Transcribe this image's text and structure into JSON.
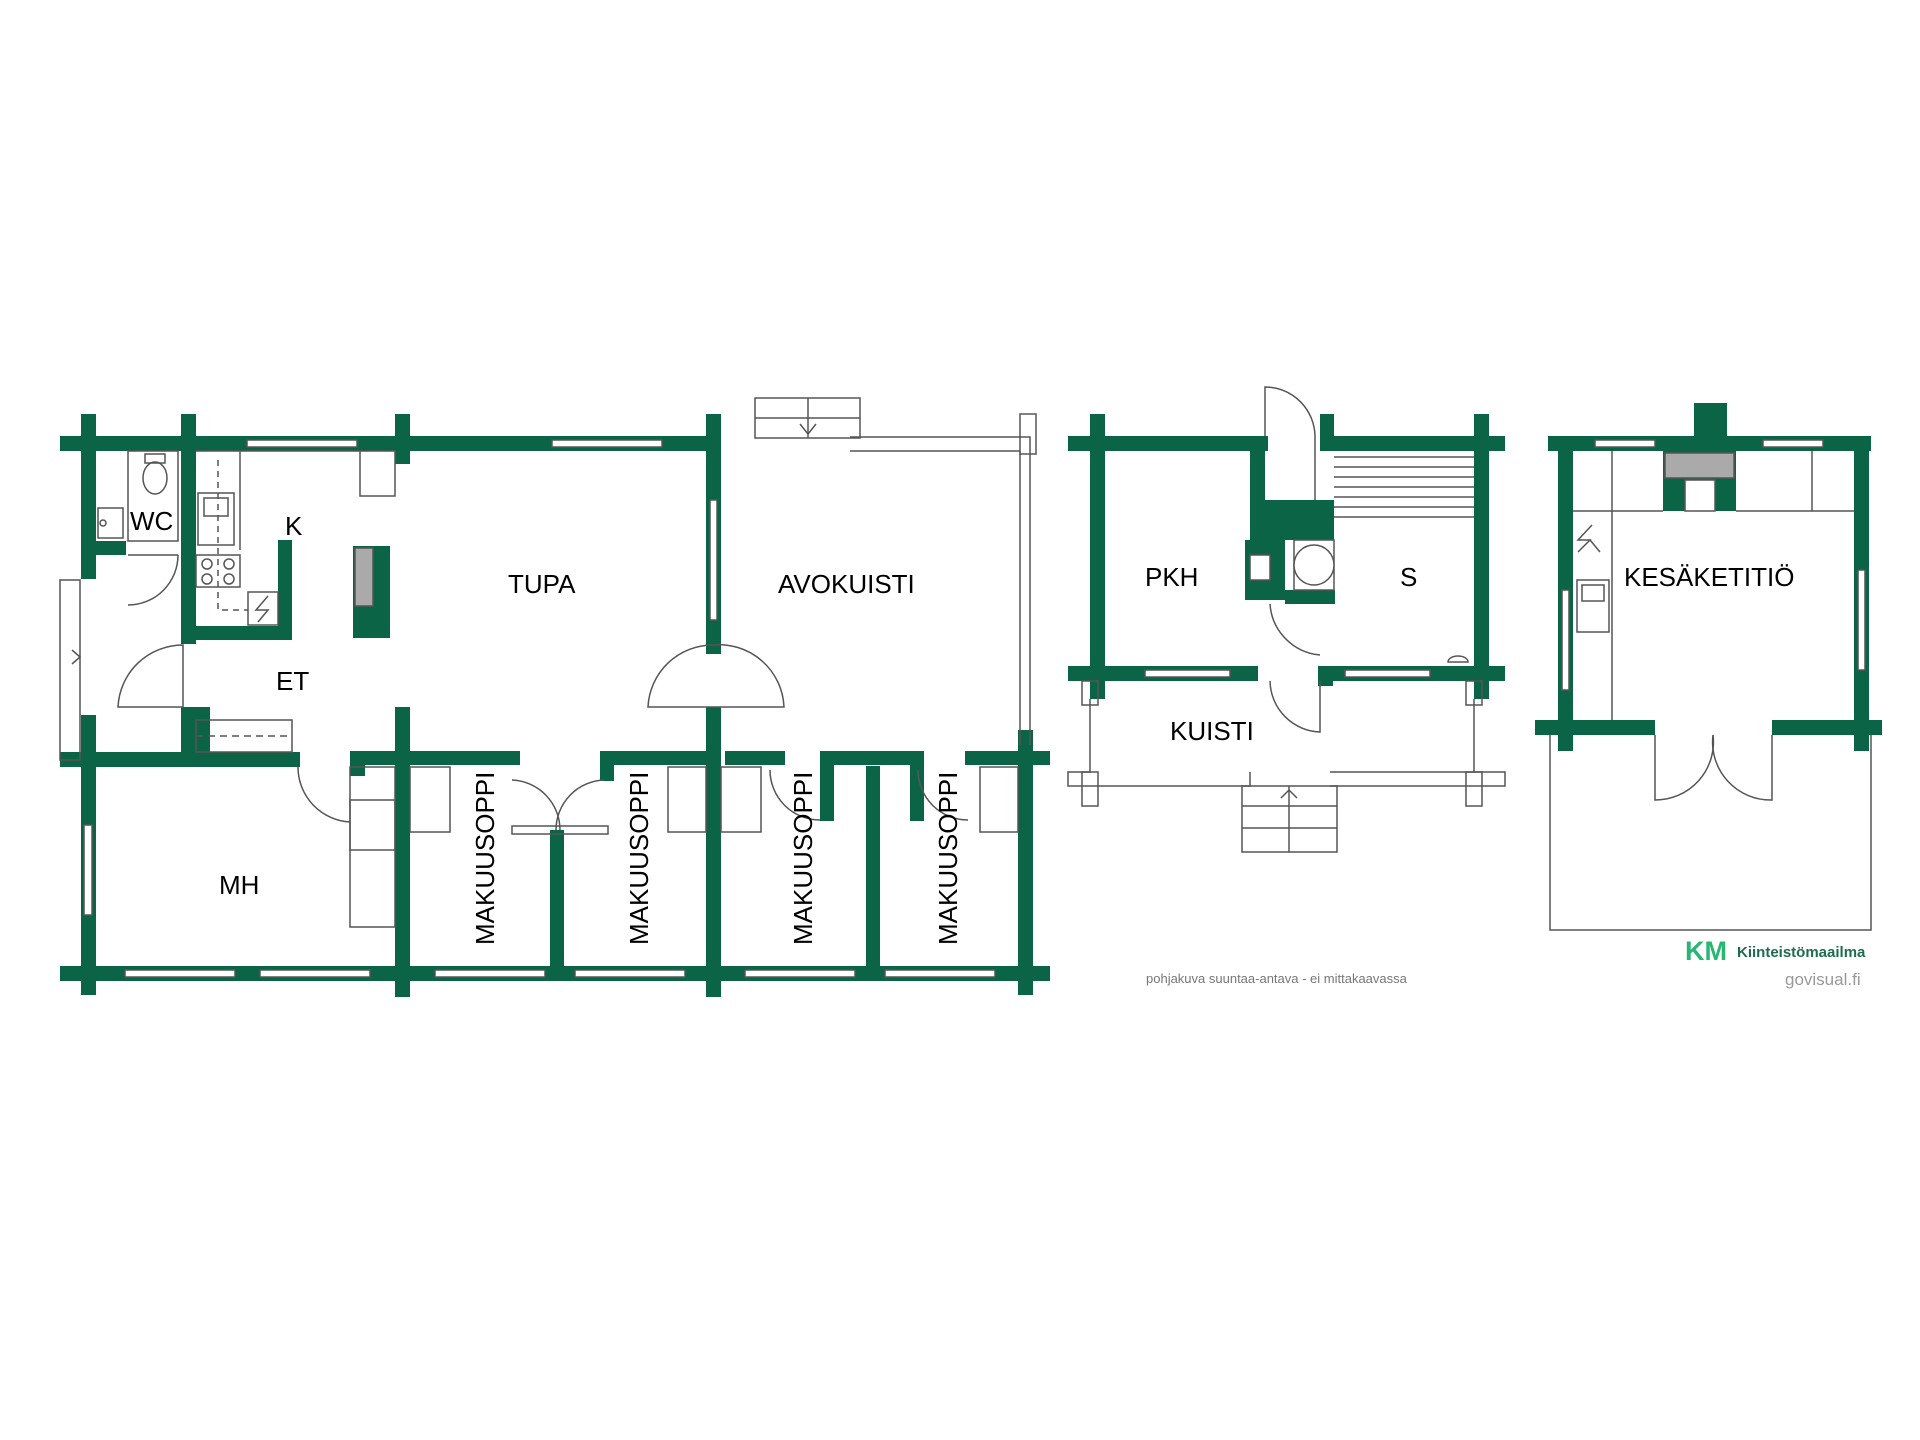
{
  "colors": {
    "wall": "#0b6446",
    "logo_accent": "#29b574",
    "line": "#555555"
  },
  "rooms": {
    "wc": "WC",
    "k": "K",
    "tupa": "TUPA",
    "avokuisti": "AVOKUISTI",
    "et": "ET",
    "mh": "MH",
    "makuusoppi_1": "MAKUUSOPPI",
    "makuusoppi_2": "MAKUUSOPPI",
    "makuusoppi_3": "MAKUUSOPPI",
    "makuusoppi_4": "MAKUUSOPPI",
    "pkh": "PKH",
    "s": "S",
    "kuisti": "KUISTI",
    "kesaketitio": "KESÄKETITIÖ"
  },
  "footer": {
    "disclaimer": "pohjakuva suuntaa-antava - ei mittakaavassa",
    "brand_mark": "KM",
    "brand_name": "Kiinteistömaailma",
    "credit": "govisual.fi"
  },
  "icons": [
    "toilet-icon",
    "sink-icon",
    "stove-icon",
    "electric-panel-icon",
    "fireplace-icon",
    "sauna-stove-icon",
    "arrow-icon"
  ]
}
